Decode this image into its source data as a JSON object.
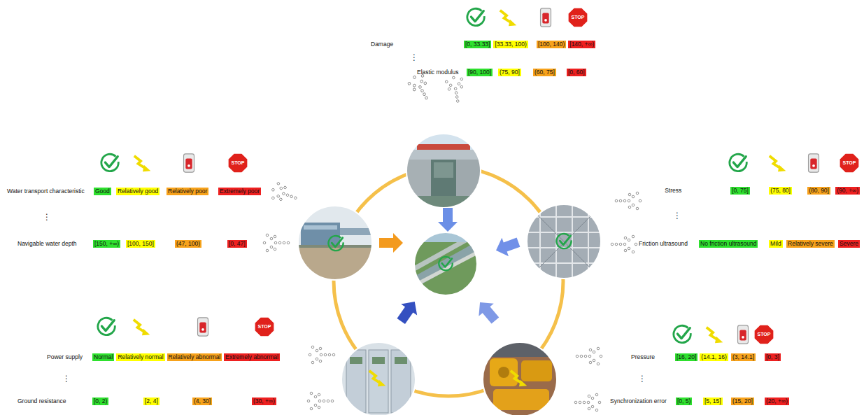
{
  "diagram": {
    "labels": [
      "STOP",
      "Damage",
      "[0, 33.33]",
      "[33.33, 100)",
      "[100, 140)",
      "[140, +∞)",
      "⋮",
      "Elastic modulus",
      "[90, 100]",
      "(75, 90]",
      "(60, 75]",
      "[0, 60]",
      "STOP",
      "Water transport characteristic",
      "Good",
      "Relatively good",
      "Relatively poor",
      "Extremely poor",
      "⋮",
      "Navigable water depth",
      "[150, +∞)",
      "[100, 150]",
      "(47, 100)",
      "[0, 47]",
      "STOP",
      "Stress",
      "[0, 75]",
      "(75, 80]",
      "(80, 90]",
      "(90, +∞)",
      "⋮",
      "Friction ultrasound",
      "No friction ultrasound",
      "Mild",
      "Relatively severe",
      "Severe",
      "STOP",
      "Power supply",
      "Normal",
      "Relatively normal",
      "Relatively abnormal",
      "Extremely abnormal",
      "⋮",
      "Ground resistance",
      "[0, 2)",
      "[2, 4]",
      "(4, 30]",
      "(30, +∞)",
      "STOP",
      "Pressure",
      "[16, 20]",
      "(14.1, 16)",
      "(3, 14.1]",
      "[0, 3]",
      "⋮",
      "Synchronization error",
      "[0, 5)",
      "[5, 15]",
      "(15, 20]",
      "(20, +∞)"
    ]
  }
}
